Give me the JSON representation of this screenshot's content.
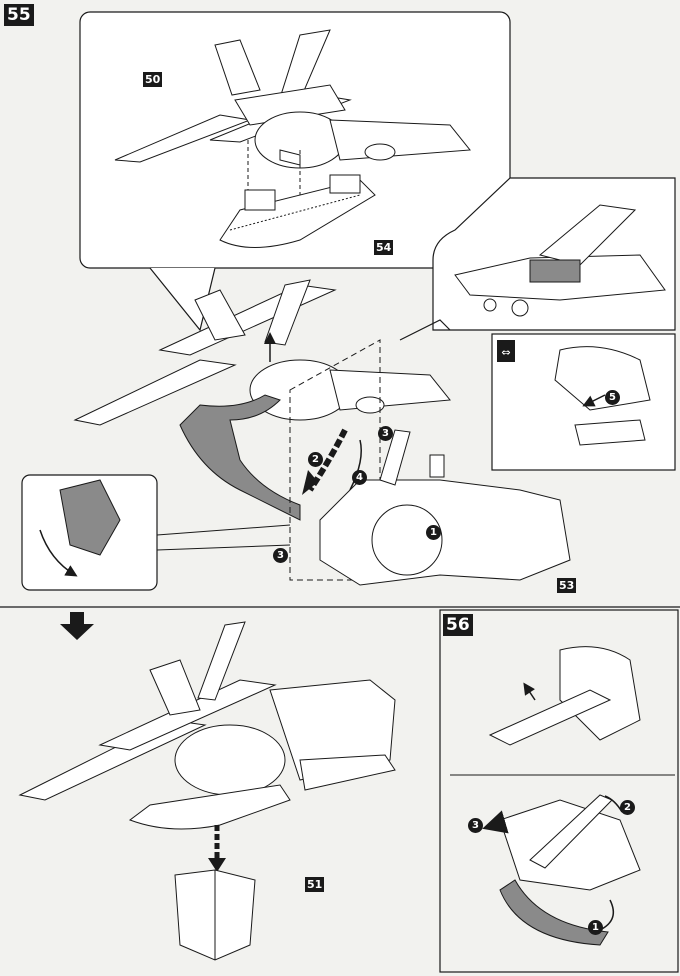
{
  "steps": {
    "step_55": "55",
    "step_56": "56"
  },
  "part_labels": {
    "part_50": "50",
    "part_54": "54",
    "part_53": "53",
    "part_51": "51"
  },
  "callouts": {
    "c1": "1",
    "c2": "2",
    "c3a": "3",
    "c3b": "3",
    "c4": "4",
    "c5": "5",
    "s56_1": "1",
    "s56_2": "2",
    "s56_3": "3"
  },
  "colors": {
    "ink": "#1a1a1a",
    "paper": "#f2f2ef",
    "grey_part": "#8a8a8a"
  }
}
